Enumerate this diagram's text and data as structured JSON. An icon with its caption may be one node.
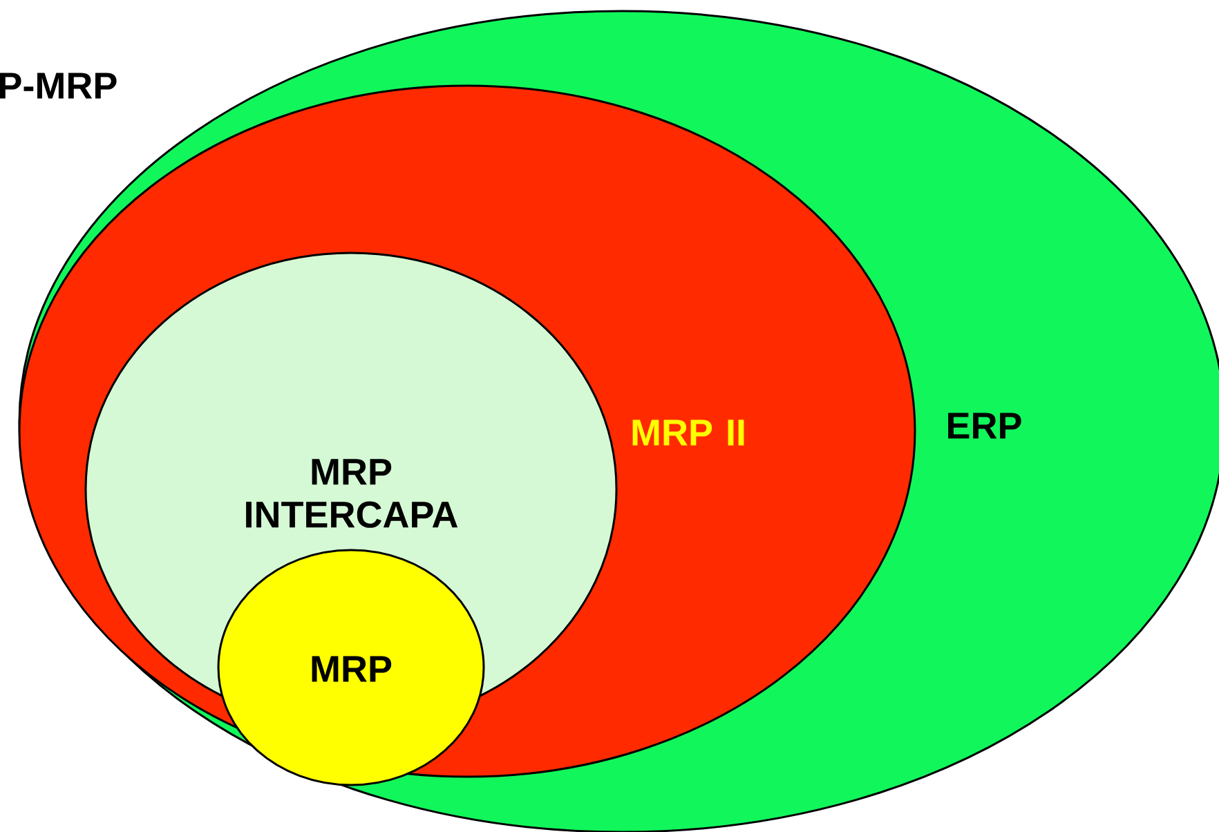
{
  "diagram": {
    "nodes": [
      {
        "text": [
          "ERP"
        ]
      },
      {
        "text": [
          "MRP II"
        ],
        "in": 0
      },
      {
        "text": [
          "MRP INTERCAPA"
        ],
        "in": 1
      },
      {
        "text": [
          "MRP"
        ],
        "in": 1
      }
    ],
    "labels": [
      "P-MRP"
    ]
  }
}
